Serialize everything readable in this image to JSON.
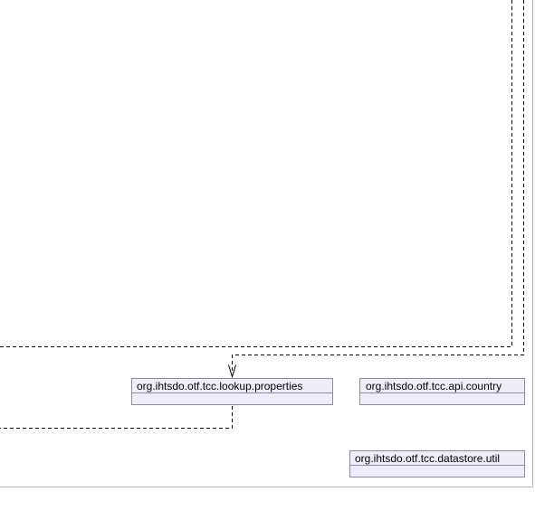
{
  "diagram": {
    "type": "uml-package-dependency",
    "colors": {
      "background": "#ffffff",
      "package_fill": "#eeeefa",
      "package_border": "#8a8aa8",
      "frame_border": "#b4b4b4",
      "connector": "#000000"
    },
    "packages": [
      {
        "label": "org.ihtsdo.otf.tcc.lookup.properties"
      },
      {
        "label": "org.ihtsdo.otf.tcc.api.country"
      },
      {
        "label": "org.ihtsdo.otf.tcc.datastore.util"
      }
    ]
  }
}
